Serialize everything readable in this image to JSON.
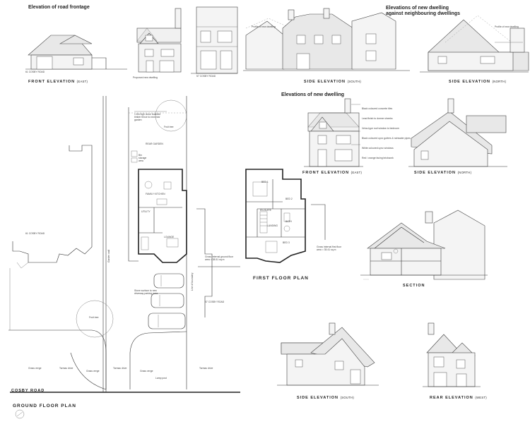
{
  "headings": {
    "road_frontage": "Elevation of road frontage",
    "against_neighbours_1": "Elevations of new dwelling",
    "against_neighbours_2": "against neighbouring dwellings",
    "new_dwelling": "Elevations of new dwelling"
  },
  "top_views": {
    "front_elevation": "FRONT ELEVATION",
    "front_elevation_dir": "(EAST)",
    "side_elevation_south": "SIDE ELEVATION",
    "side_elevation_south_dir": "(SOUTH)",
    "side_elevation_north": "SIDE ELEVATION",
    "side_elevation_north_dir": "(NORTH)"
  },
  "frontage_notes": {
    "cosby_61": "61 COSBY ROAD",
    "proposed": "Proposed new dwelling",
    "cosby_57": "57 COSBY ROAD",
    "profile_1": "Profile of new dwelling",
    "profile_2": "Profile of new dwelling"
  },
  "elevations": {
    "front": "FRONT ELEVATION",
    "front_dir": "(EAST)",
    "side_north": "SIDE ELEVATION",
    "side_north_dir": "(NORTH)",
    "section": "SECTION",
    "side_south": "SIDE ELEVATION",
    "side_south_dir": "(SOUTH)",
    "rear": "REAR ELEVATION",
    "rear_dir": "(WEST)"
  },
  "material_notes": [
    "Black coloured concrete tiles",
    "Lead finish to dormer cheeks",
    "Velux-type roof window to bedroom",
    "Black coloured upvc gutters & rainwater pipes",
    "White coloured upvc windows",
    "Red / orange facing brickwork"
  ],
  "plans": {
    "ground_floor": "GROUND FLOOR PLAN",
    "first_floor": "FIRST FLOOR PLAN",
    "cosby_road": "COSBY ROAD",
    "cosby_61": "61 COSBY ROAD",
    "cosby_57": "57 COSBY ROAD"
  },
  "rooms": {
    "rear_garden": "REAR GARDEN",
    "storage": "Bin storage area",
    "family_kitchen": "FAMILY KITCHEN",
    "utility": "UTILITY",
    "lounge": "LOUNGE",
    "bed_1": "BED 1",
    "bed_2": "BED 2",
    "bed_3": "BED 3",
    "en_suite": "EN-SUITE",
    "bath": "BATH",
    "landing": "LANDING"
  },
  "site_notes": {
    "fence": "1.8m high close boarded timber fence to new rear garden",
    "tree_top": "Fruit tree",
    "tree_bottom": "Fruit tree",
    "drive_note": "Stone surface to new driveway parking area",
    "gia_ground": "Gross internal ground floor area = 38.51 sq.m",
    "gia_first": "Gross internal first floor area = 35.41 sq.m",
    "grass_1": "Grass verge",
    "tarmac_1": "Tarmac drive",
    "grass_2": "Grass verge",
    "tarmac_2": "Tarmac drive",
    "grass_3": "Grass verge",
    "tarmac_3": "Tarmac drive",
    "lamp": "Lamp post",
    "garden_wall": "Garden wall",
    "boundary": "Line of boundary"
  }
}
